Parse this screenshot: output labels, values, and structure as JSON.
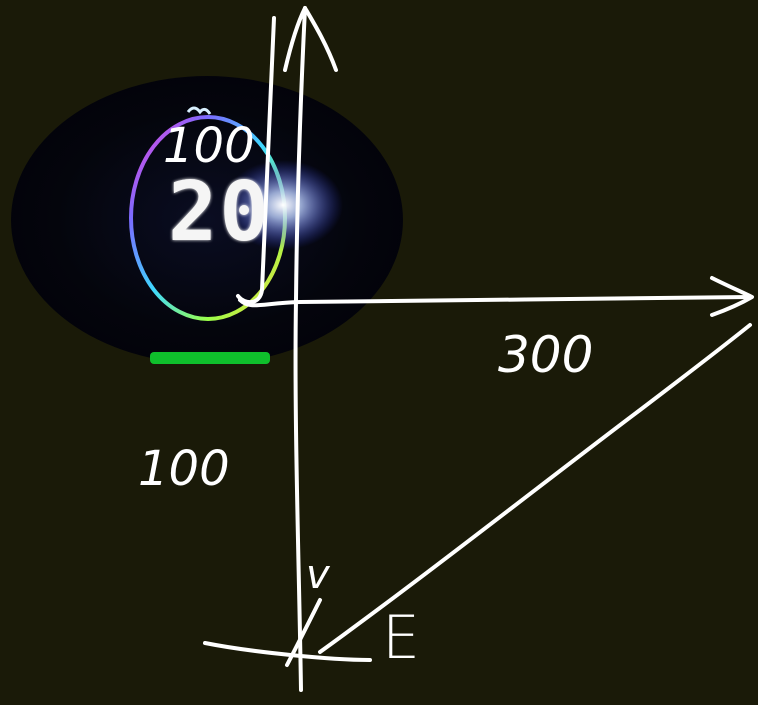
{
  "labels": {
    "top_left": "100",
    "counter": "20",
    "hypotenuse": "300",
    "left_side": "100",
    "angle": "v",
    "vertex": "E"
  },
  "colors": {
    "background": "#1a1a08",
    "ink": "#ffffff",
    "timer_ring": "rainbow",
    "timer_glow": "#aabbff",
    "timer_base": "#0fbf2c"
  }
}
